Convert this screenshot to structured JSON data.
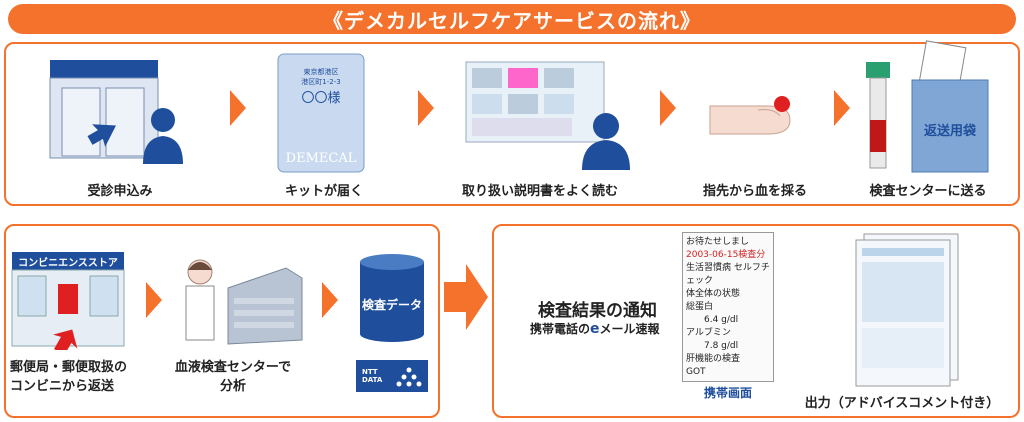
{
  "title": "《デメカルセルフケアサービスの流れ》",
  "row1": [
    {
      "label": "受診申込み"
    },
    {
      "label": "キットが届く"
    },
    {
      "label": "取り扱い説明書をよく読む"
    },
    {
      "label": "指先から血を採る"
    },
    {
      "label": "検査センターに送る"
    }
  ],
  "kit": {
    "address1": "東京都港区",
    "address2": "港区町1-2-3",
    "name": "〇〇様",
    "brand": "DEMECAL"
  },
  "bag_label": "返送用袋",
  "row2": {
    "store_sign": "コンビニエンスストア",
    "post_line1": "郵便局・郵便取扱の",
    "post_line2": "コンビニから返送",
    "lab_line1": "血液検査センターで",
    "lab_line2": "分析",
    "db_label": "検査データ",
    "nttdata_logo": "NTT DATA"
  },
  "result": {
    "heading": "検査結果の通知",
    "subheading_pre": "携帯電話の",
    "subheading_e": "e",
    "subheading_post": "メール速報",
    "phone_caption": "携帯画面",
    "output_caption": "出力（アドバイスコメント付き）",
    "phone_lines": {
      "l1": "お待たせしまし",
      "l2": "2003-06-15検査分",
      "l3": "生活習慣病 セルフチェック",
      "l4": "体全体の状態",
      "l5": "総蛋白",
      "l6": "6.4 g/dl",
      "l7": "アルブミン",
      "l8": "7.8 g/dl",
      "l9": "肝機能の検査",
      "l10": "GOT"
    }
  }
}
